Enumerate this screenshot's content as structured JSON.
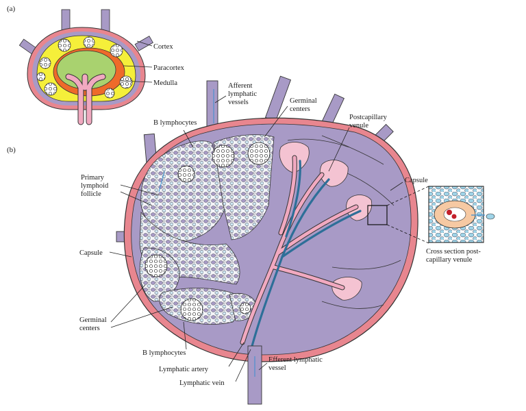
{
  "panels": {
    "a": "(a)",
    "b": "(b)"
  },
  "labels_a": {
    "cortex": "Cortex",
    "paracortex": "Paracortex",
    "medulla": "Medulla"
  },
  "labels_b": {
    "afferent": [
      "Afferent",
      "lymphatic",
      "vessels"
    ],
    "germinal_top": [
      "Germinal",
      "centers"
    ],
    "postcapillary": [
      "Postcapillary",
      "venule"
    ],
    "b_lymph_top": "B lymphocytes",
    "primary": [
      "Primary",
      "lymphoid",
      "follicle"
    ],
    "capsule_right": "Capsule",
    "capsule_left": "Capsule",
    "cross_section": [
      "Cross section post-",
      "capillary venule"
    ],
    "germinal_bottom": [
      "Germinal",
      "centers"
    ],
    "b_lymph_bottom": "B lymphocytes",
    "artery": "Lymphatic artery",
    "vein": "Lymphatic vein",
    "efferent": [
      "Efferent lymphatic",
      "vessel"
    ]
  },
  "colors": {
    "capsule": "#e8868f",
    "interior": "#a89ac6",
    "cortex": "#f5ef3a",
    "paracortex": "#ee6a2a",
    "medulla": "#a9d26f",
    "vessel_pink": "#f1a9c0",
    "vein_blue": "#2d6f98",
    "cell_blue": "#9fd4e8"
  }
}
